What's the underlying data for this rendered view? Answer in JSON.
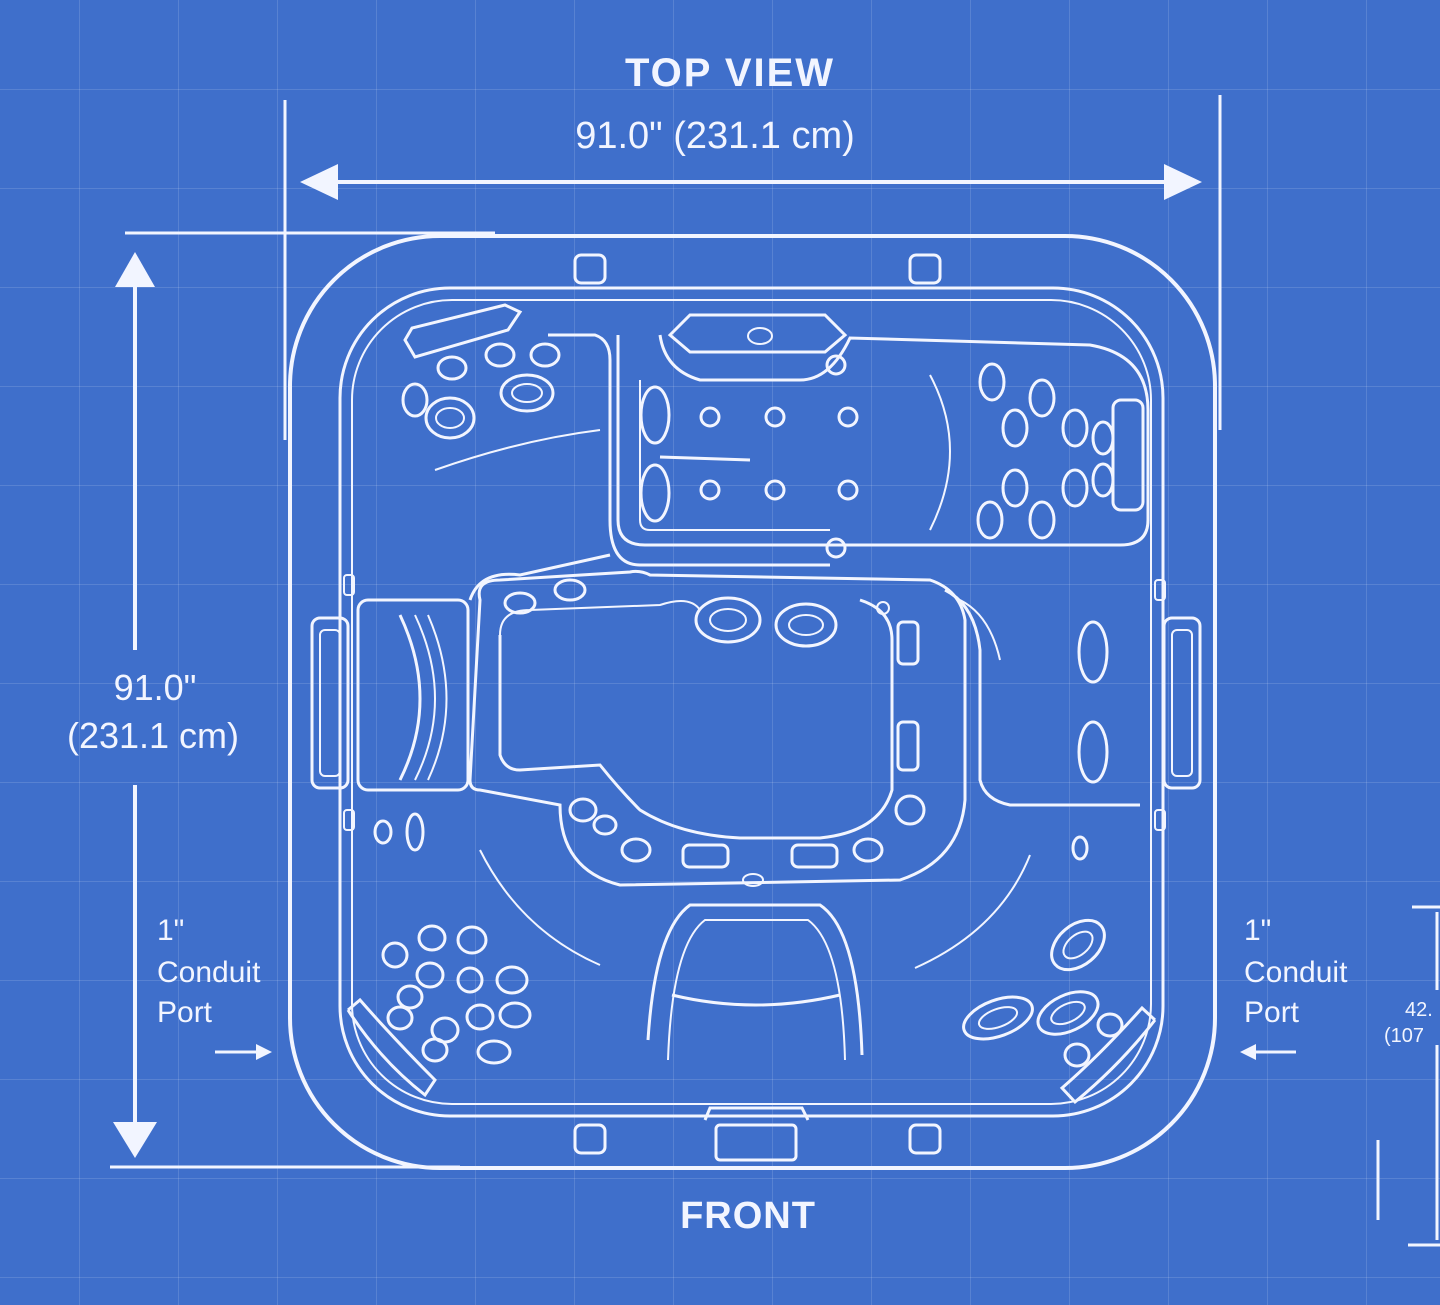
{
  "title": "TOP VIEW",
  "width_dimension": "91.0\" (231.1 cm)",
  "depth_dimension": {
    "inches": "91.0\"",
    "cm": "(231.1 cm)"
  },
  "left_port": {
    "line1": "1\"",
    "line2": "Conduit",
    "line3": "Port"
  },
  "right_port": {
    "line1": "1\"",
    "line2": "Conduit",
    "line3": "Port"
  },
  "front_label": "FRONT",
  "partial_dimension": {
    "line1": "42.",
    "line2": "(107"
  },
  "colors": {
    "background": "#3f6fcb",
    "line": "#f2f5ff"
  }
}
